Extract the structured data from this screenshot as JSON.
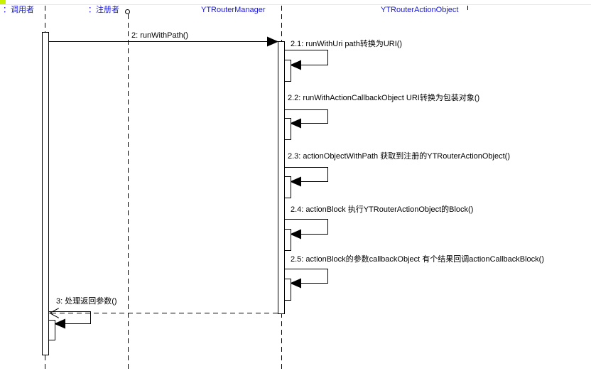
{
  "participants": [
    {
      "id": "caller",
      "label": "：调用者"
    },
    {
      "id": "registrant",
      "label": "：注册者"
    },
    {
      "id": "manager",
      "label": "YTRouterManager"
    },
    {
      "id": "action_object",
      "label": "YTRouterActionObject"
    }
  ],
  "messages": [
    {
      "id": "m2",
      "text": "2: runWithPath()",
      "from": "caller",
      "to": "manager",
      "kind": "sync"
    },
    {
      "id": "m2_1",
      "text": "2.1: runWithUri path转换为URI()",
      "from": "manager",
      "to": "manager",
      "kind": "self"
    },
    {
      "id": "m2_2",
      "text": "2.2: runWithActionCallbackObject URI转换为包装对象()",
      "from": "manager",
      "to": "manager",
      "kind": "self"
    },
    {
      "id": "m2_3",
      "text": "2.3: actionObjectWithPath 获取到注册的YTRouterActionObject()",
      "from": "manager",
      "to": "manager",
      "kind": "self"
    },
    {
      "id": "m2_4",
      "text": "2.4: actionBlock 执行YTRouterActionObject的Block()",
      "from": "manager",
      "to": "manager",
      "kind": "self"
    },
    {
      "id": "m2_5",
      "text": "2.5: actionBlock的参数callbackObject 有个结果回调actionCallbackBlock()",
      "from": "manager",
      "to": "manager",
      "kind": "self"
    },
    {
      "id": "m3",
      "text": "3: 处理返回参数()",
      "from": "manager",
      "to": "caller",
      "kind": "return"
    }
  ],
  "colors": {
    "participant_text": "#1a1ad6",
    "line": "#000000",
    "lifeline": "#000000",
    "corner_marker": "#c8f000"
  }
}
